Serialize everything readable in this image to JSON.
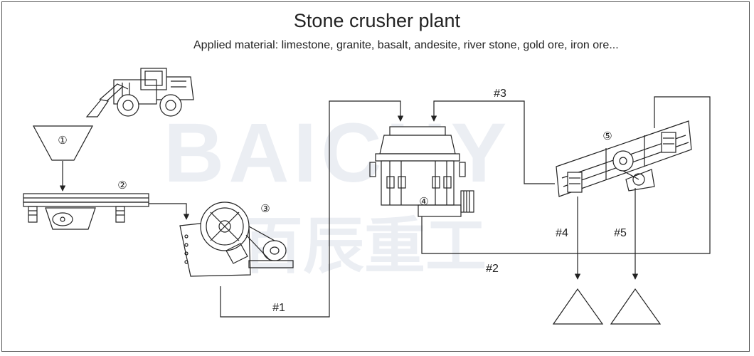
{
  "title": "Stone crusher plant",
  "subtitle": "Applied material: limestone, granite, basalt, andesite, river stone, gold ore, iron ore...",
  "watermark": {
    "brand": "BAICHY",
    "chinese": "百辰重工"
  },
  "machines": [
    {
      "id": "hopper",
      "label": "①"
    },
    {
      "id": "vibrating-feeder",
      "label": "②"
    },
    {
      "id": "jaw-crusher",
      "label": "③"
    },
    {
      "id": "cone-crusher",
      "label": "④"
    },
    {
      "id": "vibrating-screen",
      "label": "⑤"
    }
  ],
  "flows": [
    {
      "id": "flow-1",
      "label": "#1"
    },
    {
      "id": "flow-2",
      "label": "#2"
    },
    {
      "id": "flow-3",
      "label": "#3"
    },
    {
      "id": "flow-4",
      "label": "#4"
    },
    {
      "id": "flow-5",
      "label": "#5"
    }
  ]
}
